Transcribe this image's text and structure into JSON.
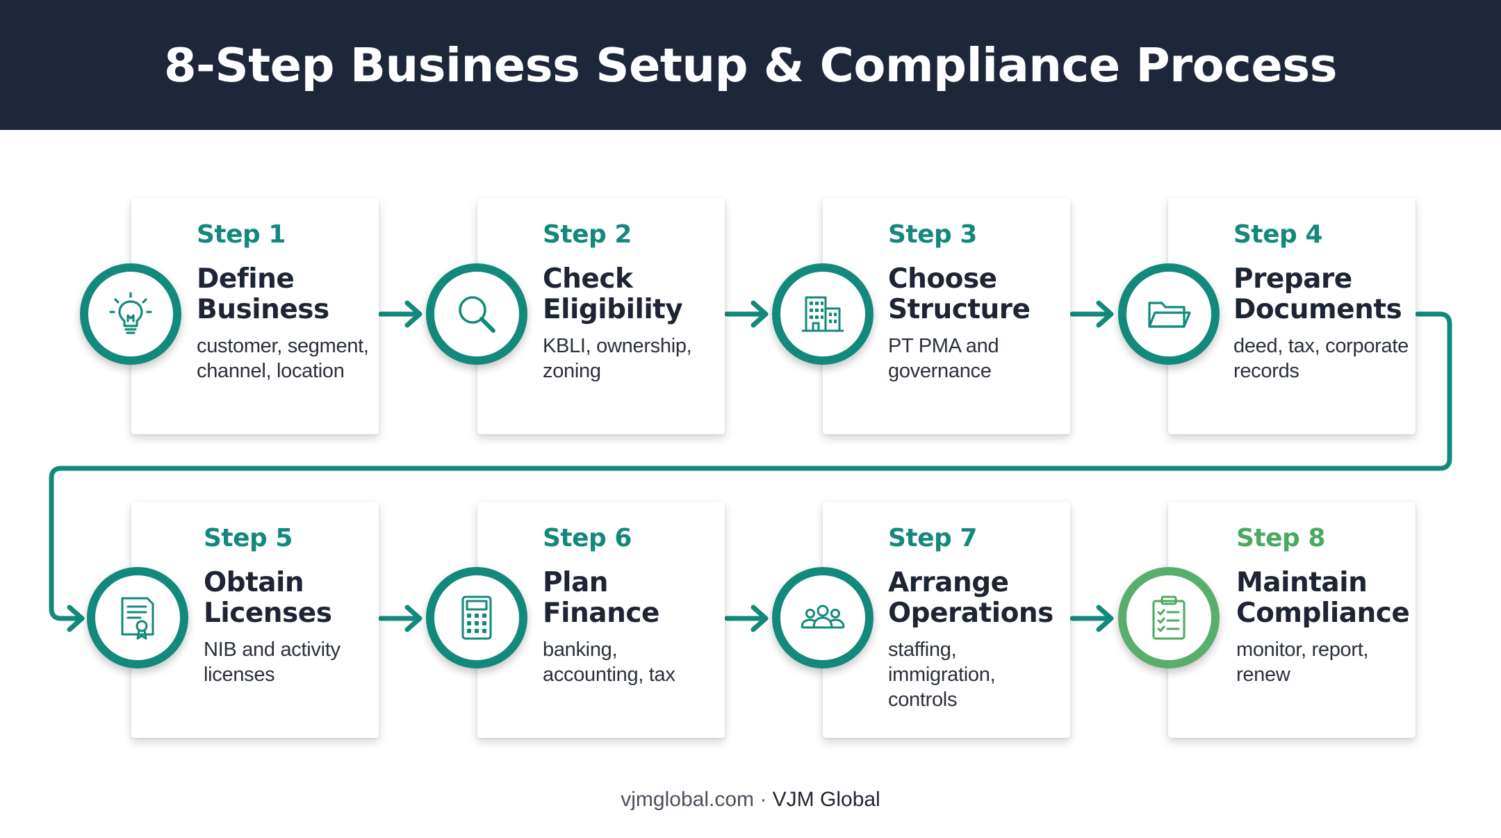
{
  "header": {
    "title": "8-Step Business Setup & Compliance Process"
  },
  "colors": {
    "header_bg": "#1e2639",
    "accent": "#12897b",
    "accent_light": "#5aae6c",
    "text_dark": "#1d2433"
  },
  "steps": [
    {
      "step": "Step 1",
      "title": "Define Business",
      "desc": "customer, segment, channel, location",
      "icon": "lightbulb-icon"
    },
    {
      "step": "Step 2",
      "title": "Check Eligibility",
      "desc": "KBLI, ownership, zoning",
      "icon": "magnifier-icon"
    },
    {
      "step": "Step 3",
      "title": "Choose Structure",
      "desc": "PT PMA and governance",
      "icon": "building-icon"
    },
    {
      "step": "Step 4",
      "title": "Prepare Documents",
      "desc": "deed, tax, corporate records",
      "icon": "folder-icon"
    },
    {
      "step": "Step 5",
      "title": "Obtain Licenses",
      "desc": "NIB and activity licenses",
      "icon": "certificate-icon"
    },
    {
      "step": "Step 6",
      "title": "Plan Finance",
      "desc": "banking, accounting, tax",
      "icon": "calculator-icon"
    },
    {
      "step": "Step 7",
      "title": "Arrange Operations",
      "desc": "staffing, immigration, controls",
      "icon": "team-icon"
    },
    {
      "step": "Step 8",
      "title": "Maintain Compliance",
      "desc": "monitor, report, renew",
      "icon": "clipboard-checklist-icon"
    }
  ],
  "footer": {
    "site": "vjmglobal.com",
    "separator": " · ",
    "brand": "VJM Global"
  }
}
